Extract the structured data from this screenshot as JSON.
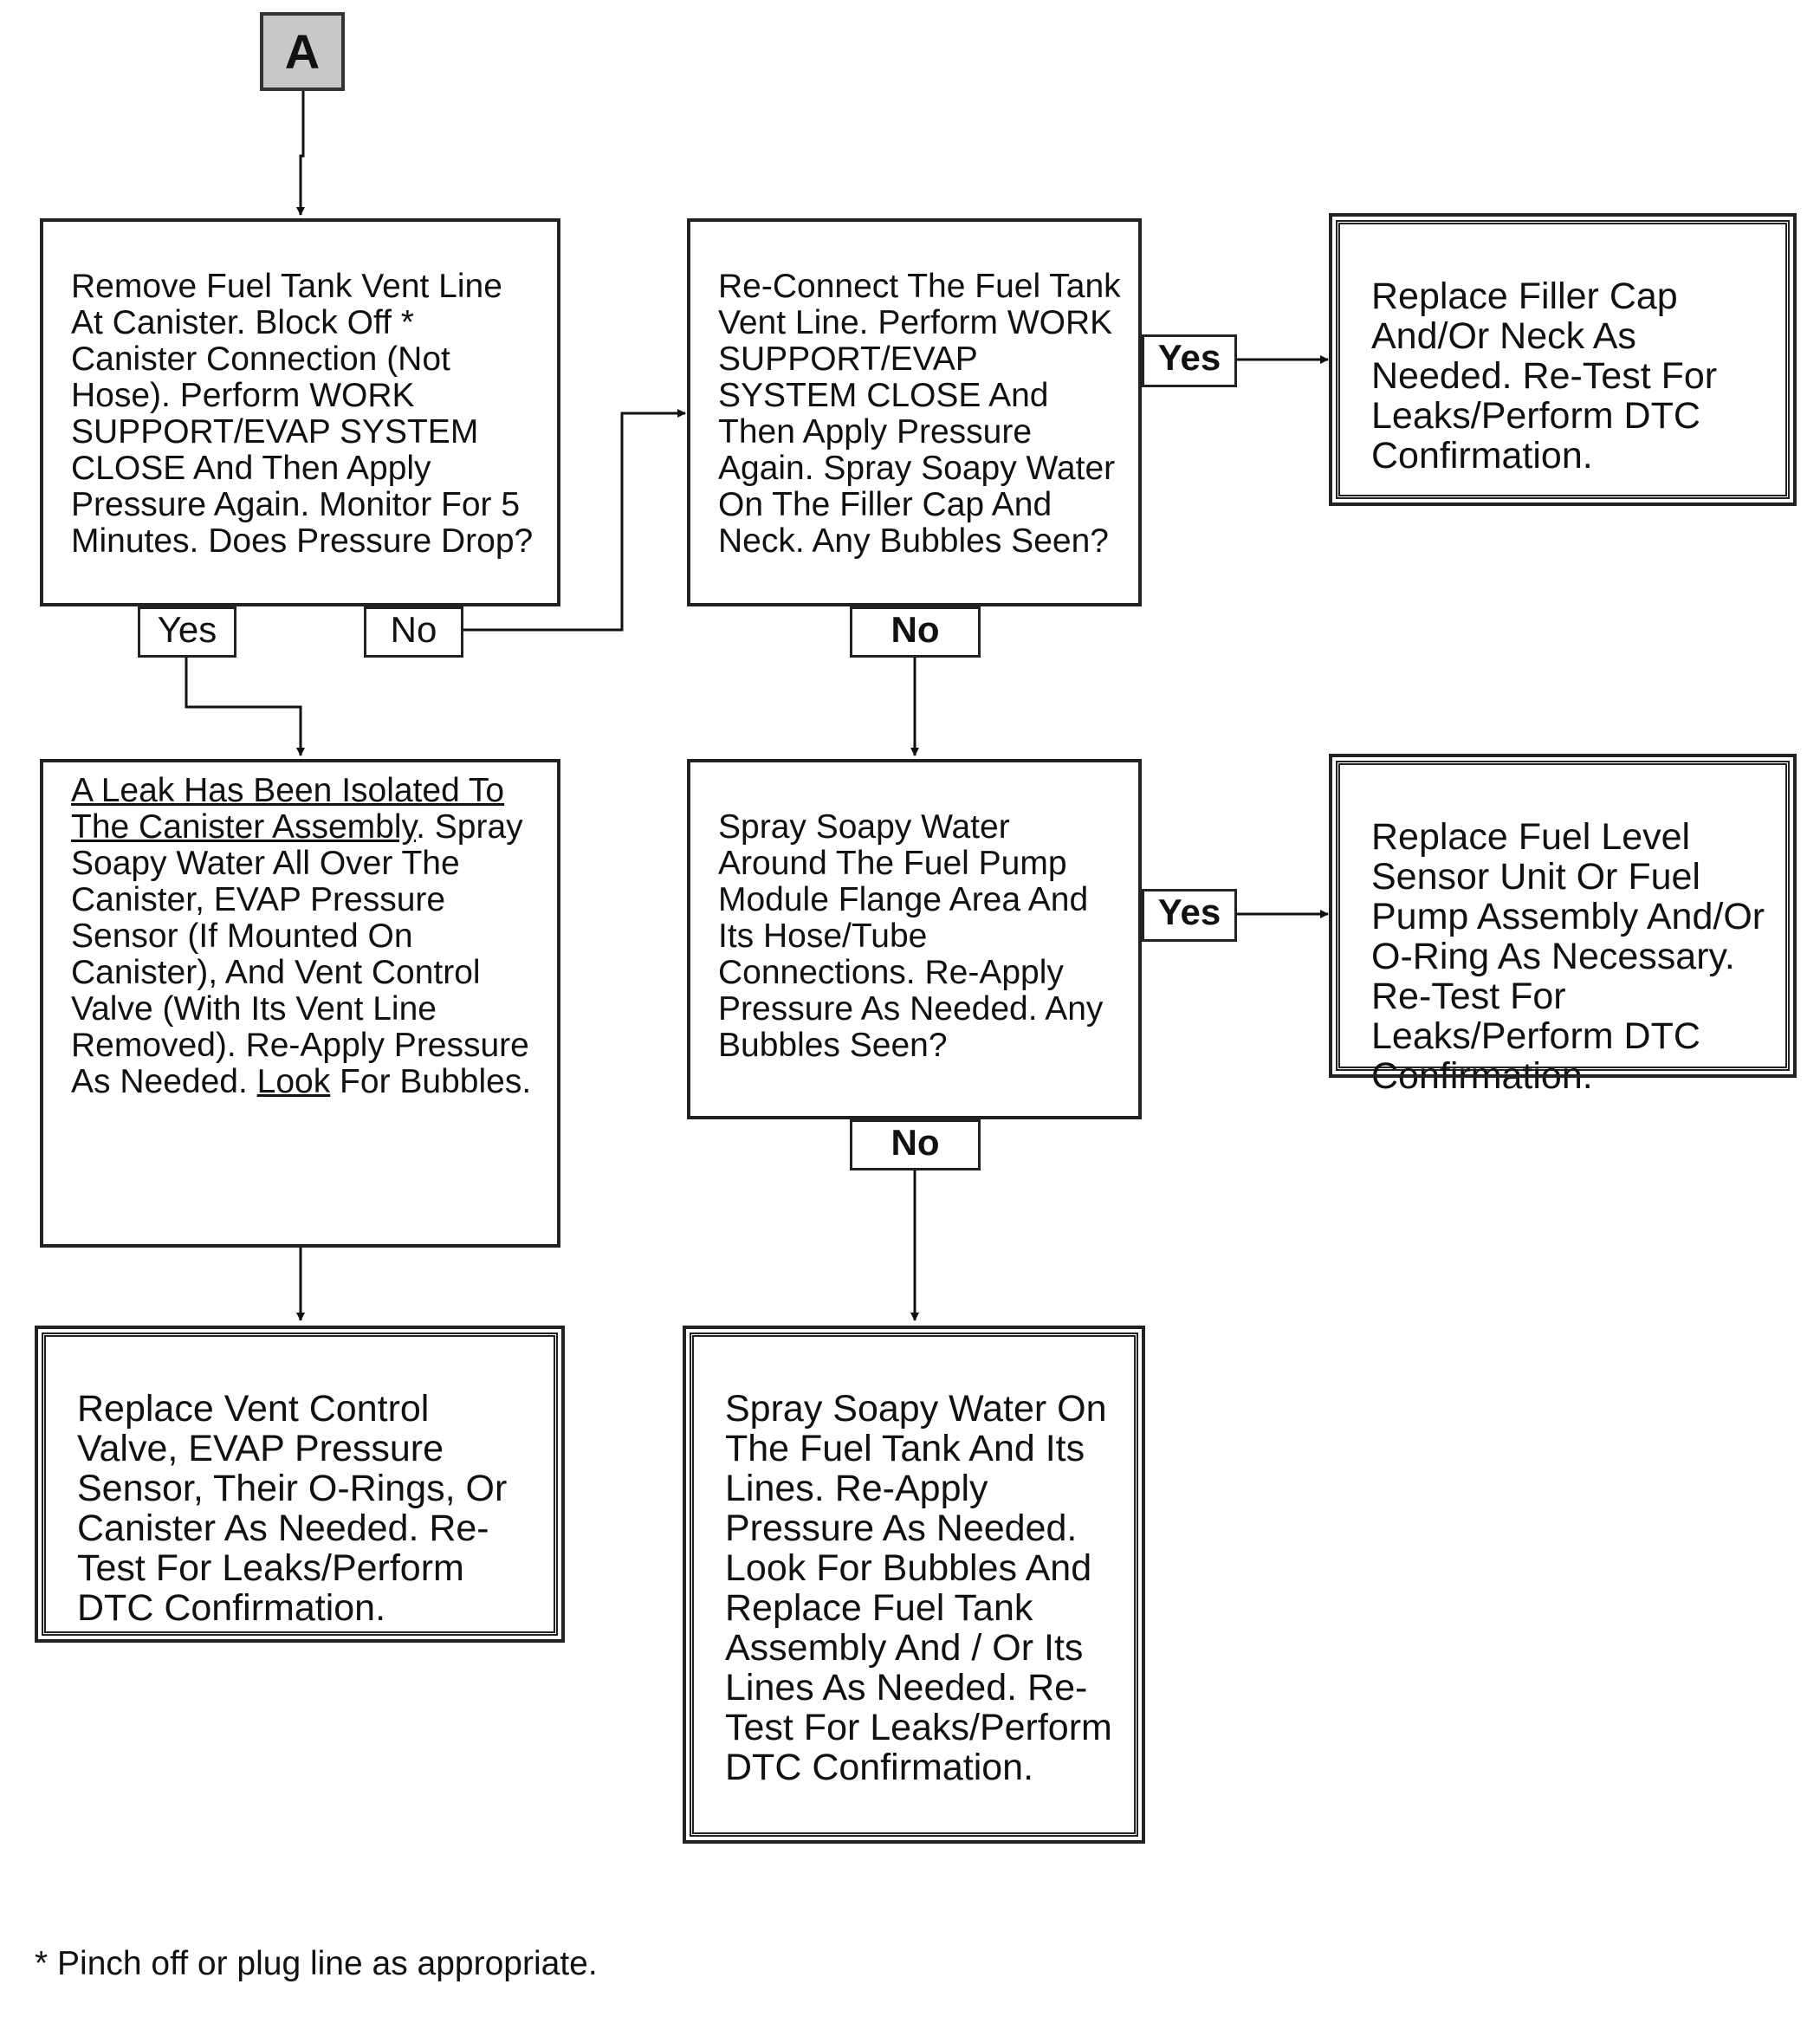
{
  "start_label": "A",
  "boxes": {
    "b1": "Remove Fuel Tank Vent Line At Canister. Block Off * Canister Connection (Not Hose). Perform WORK SUPPORT/EVAP SYSTEM CLOSE And Then Apply Pressure Again. Monitor For 5 Minutes. Does Pressure Drop?",
    "b2": "Re-Connect The Fuel Tank Vent Line. Perform WORK SUPPORT/EVAP SYSTEM CLOSE And Then Apply Pressure Again. Spray Soapy Water On The Filler Cap And Neck. Any Bubbles Seen?",
    "b3": "Replace Filler Cap And/Or Neck As Needed. Re-Test For Leaks/Perform DTC Confirmation.",
    "b4_under1": "A Leak Has Been Isolated To The Canister Assembly",
    "b4_mid": ". Spray Soapy Water All Over The Canister, EVAP Pressure Sensor (If Mounted On Canister), And Vent Control Valve (With Its Vent Line Removed). Re-Apply Pressure As Needed. ",
    "b4_under2": "Look",
    "b4_end": " For Bubbles.",
    "b5": "Spray Soapy Water Around The Fuel Pump Module Flange Area And Its Hose/Tube Connections. Re-Apply Pressure As Needed. Any Bubbles Seen?",
    "b6": "Replace Fuel Level Sensor Unit Or Fuel Pump Assembly And/Or O-Ring As Necessary. Re-Test For Leaks/Perform DTC Confirmation.",
    "b7": "Replace Vent Control Valve, EVAP Pressure Sensor, Their O-Rings, Or Canister As Needed. Re-Test For Leaks/Perform DTC Confirmation.",
    "b8": "Spray Soapy Water On The Fuel Tank And Its Lines. Re-Apply Pressure As Needed. Look For Bubbles And Replace Fuel Tank Assembly And / Or Its Lines As Needed. Re-Test For Leaks/Perform DTC Confirmation."
  },
  "labels": {
    "yes1": "Yes",
    "no1": "No",
    "yes2": "Yes",
    "no2": "No",
    "yes3": "Yes",
    "no3": "No"
  },
  "footnote": "* Pinch off or plug line as appropriate."
}
